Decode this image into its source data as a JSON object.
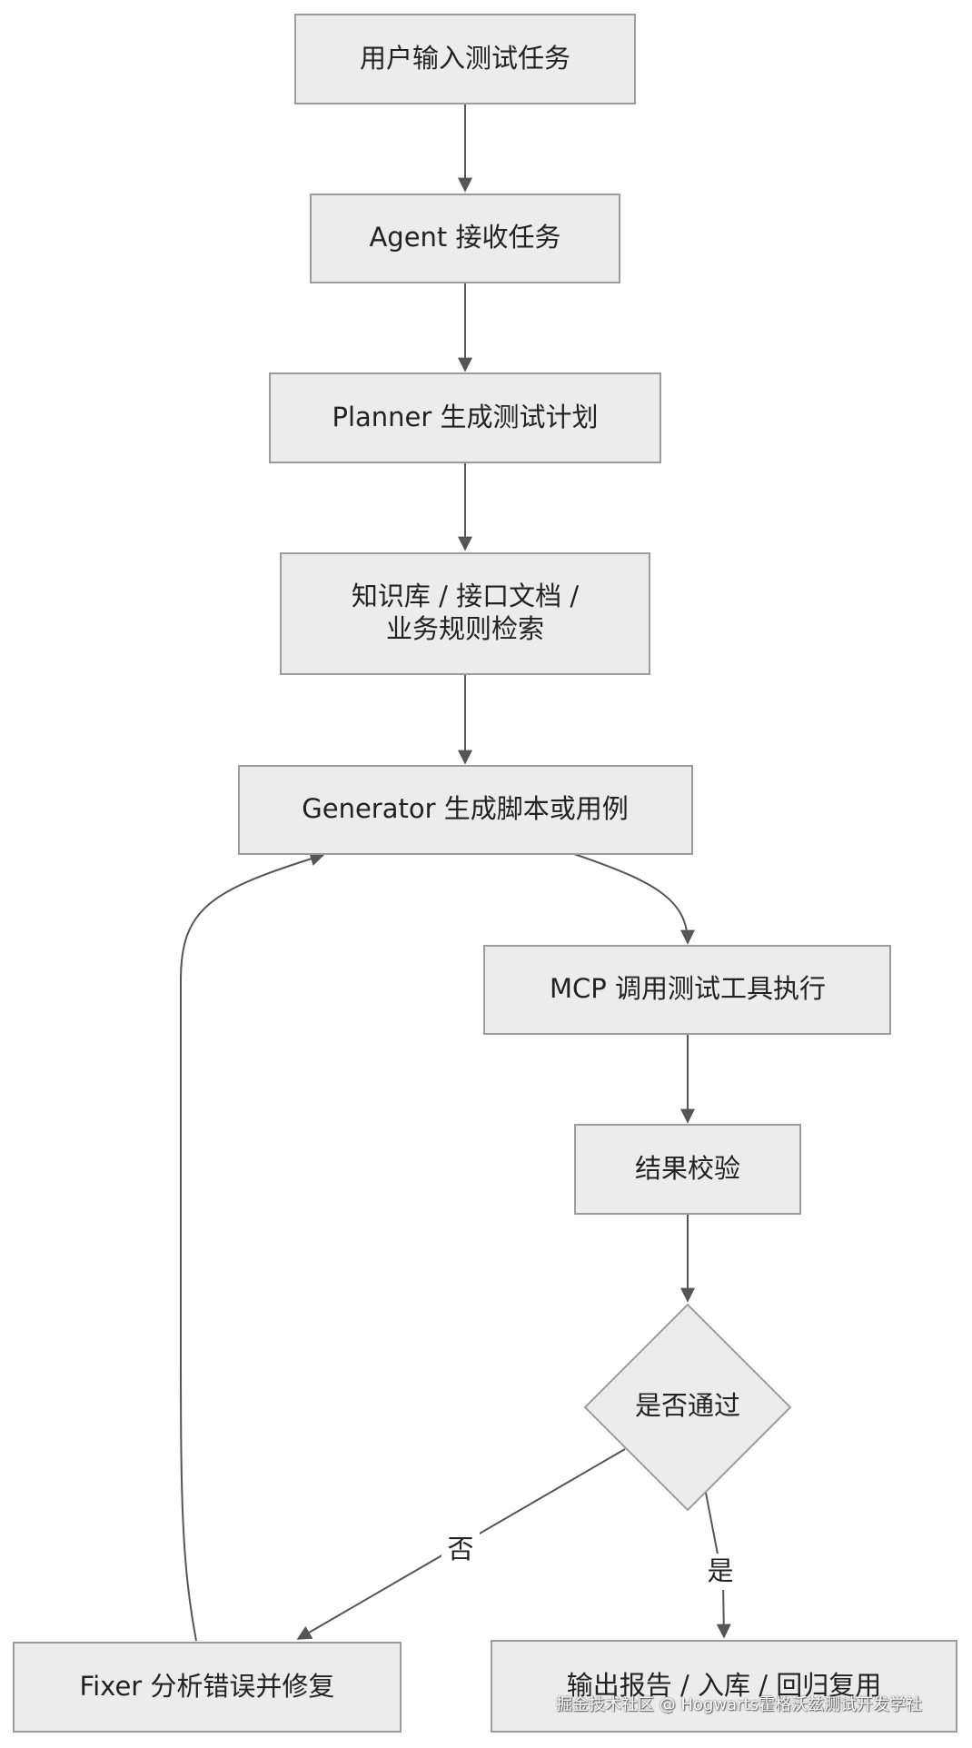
{
  "nodes": {
    "user_input": "用户输入测试任务",
    "agent_receive": "Agent 接收任务",
    "planner": "Planner 生成测试计划",
    "knowledge_line1": "知识库 / 接口文档 /",
    "knowledge_line2": "业务规则检索",
    "generator": "Generator 生成脚本或用例",
    "mcp": "MCP 调用测试工具执行",
    "verify": "结果校验",
    "decision": "是否通过",
    "fixer": "Fixer 分析错误并修复",
    "output": "输出报告 / 入库 / 回归复用"
  },
  "edges": {
    "no_label": "否",
    "yes_label": "是"
  },
  "watermark": "掘金技术社区 @ Hogwarts霍格沃兹测试开发学社"
}
